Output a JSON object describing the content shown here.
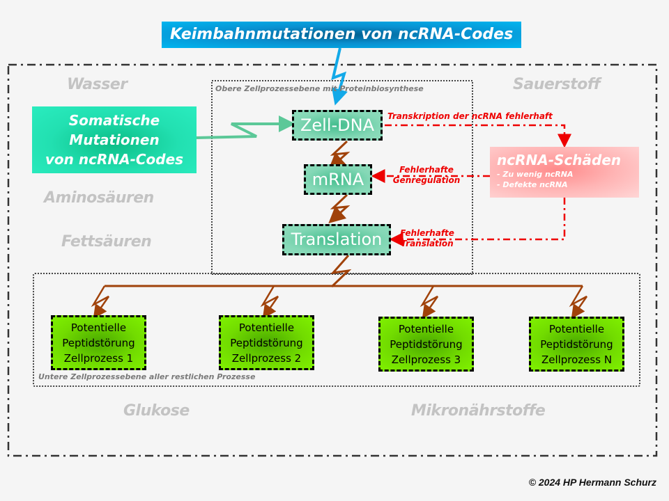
{
  "banner": {
    "label": "Keimbahnmutationen von ncRNA-Codes",
    "color": "#00b6f0"
  },
  "somatic": {
    "lines": [
      "Somatische",
      "Mutationen",
      "von ncRNA-Codes"
    ],
    "color": "#22e0b1"
  },
  "background_words": {
    "wasser": "Wasser",
    "sauerstoff": "Sauerstoff",
    "aminosaeuren": "Aminosäuren",
    "fettsaeuren": "Fettsäuren",
    "glukose": "Glukose",
    "mikronaehrstoffe": "Mikronährstoffe"
  },
  "upper_zone": {
    "label": "Obere Zellprozessebene  mit Proteinbiosynthese"
  },
  "lower_zone": {
    "label": "Untere Zellprozessebene  aller restlichen Prozesse"
  },
  "nodes": {
    "zell_dna": "Zell-DNA",
    "mrna": "mRNA",
    "translation": "Translation"
  },
  "red_labels": {
    "transkription": "Transkription der ncRNA fehlerhaft",
    "genregulation": [
      "Fehlerhafte",
      "Genregulation"
    ],
    "translation": [
      "Fehlerhafte",
      "Translation"
    ]
  },
  "damage": {
    "title": "ncRNA-Schäden",
    "items": [
      "- Zu wenig ncRNA",
      "- Defekte ncRNA"
    ],
    "color": "#ff8a8a"
  },
  "processes": [
    {
      "lines": [
        "Potentielle",
        "Peptidstörung",
        "Zellprozess 1"
      ]
    },
    {
      "lines": [
        "Potentielle",
        "Peptidstörung",
        "Zellprozess 2"
      ]
    },
    {
      "lines": [
        "Potentielle",
        "Peptidstörung",
        "Zellprozess 3"
      ]
    },
    {
      "lines": [
        "Potentielle",
        "Peptidstörung",
        "Zellprozess N"
      ]
    }
  ],
  "colors": {
    "arrow_brown": "#a0420a",
    "error_red": "#ee0000",
    "process_green": "#7ff000",
    "node_green": "#84d8b6"
  },
  "copyright": "© 2024 HP Hermann Schurz"
}
